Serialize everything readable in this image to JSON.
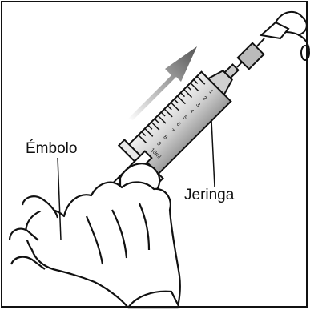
{
  "labels": {
    "plunger": "Émbolo",
    "syringe": "Jeringa"
  },
  "scale": {
    "ticks": [
      "1",
      "2",
      "3",
      "4",
      "5",
      "6",
      "7",
      "8",
      "9",
      "10ml"
    ]
  },
  "colors": {
    "ink": "#111111",
    "skin": "#ffffff",
    "barrel": "#d9d9d9",
    "arrow": "#5a5a5a"
  },
  "icons": {
    "direction": "up-right-arrow-icon"
  }
}
